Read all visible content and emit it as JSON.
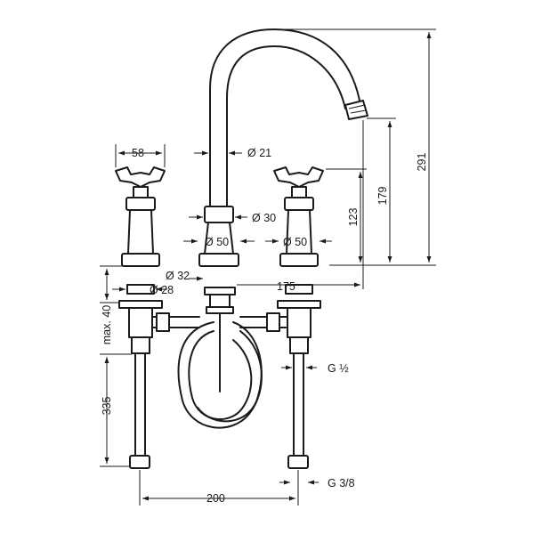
{
  "dimensions": {
    "total_height": "291",
    "spout_height": "179",
    "handle_height": "123",
    "spout_reach": "175",
    "handle_width": "58",
    "spout_diameter_top": "Ø 21",
    "spout_diameter_mid": "Ø 30",
    "base_diameter_left": "Ø 50",
    "base_diameter_right": "Ø 50",
    "shank_diameter_spout": "Ø 32",
    "shank_diameter_handle": "Ø 28",
    "max_deck_thickness": "max. 40",
    "hose_length": "335",
    "centre_distance": "200",
    "thread_half": "G ½",
    "thread_three_eighths": "G 3/8"
  }
}
